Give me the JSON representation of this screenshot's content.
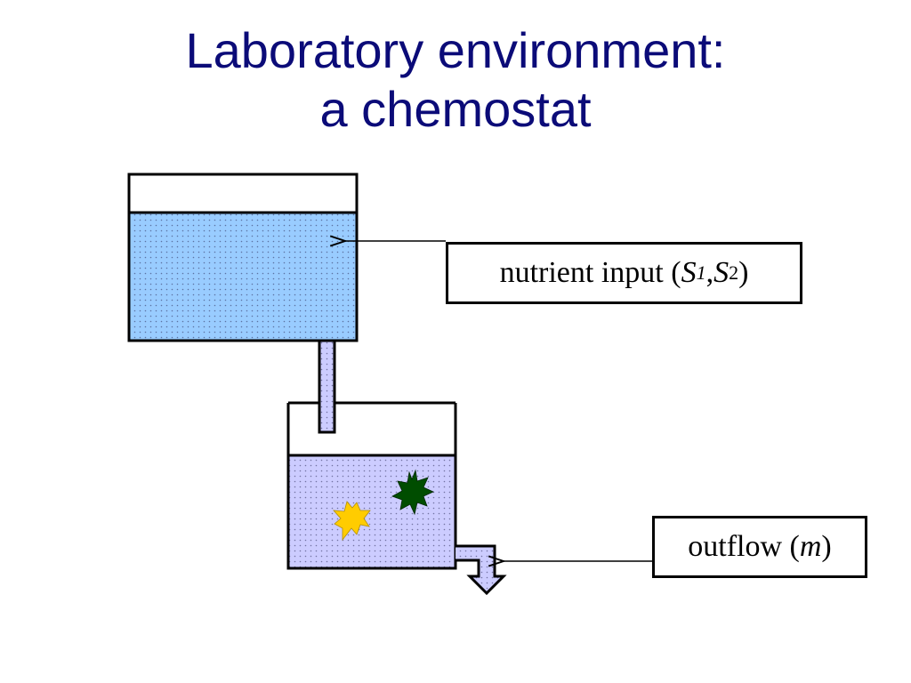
{
  "title": {
    "line1": "Laboratory environment:",
    "line2": "a chemostat"
  },
  "labels": {
    "nutrient": {
      "prefix": "nutrient input (",
      "var1": "S",
      "sub1": "1",
      "comma": ",",
      "var2": "S",
      "sub2": "2",
      "suffix": ")"
    },
    "outflow": {
      "prefix": "outflow (",
      "var": "m",
      "suffix": ")"
    }
  },
  "colors": {
    "title": "#0b0b78",
    "reservoir_liquid": "#99ccff",
    "culture_liquid": "#ccccff",
    "organism_1": "#ffcc00",
    "organism_2": "#004d00"
  }
}
